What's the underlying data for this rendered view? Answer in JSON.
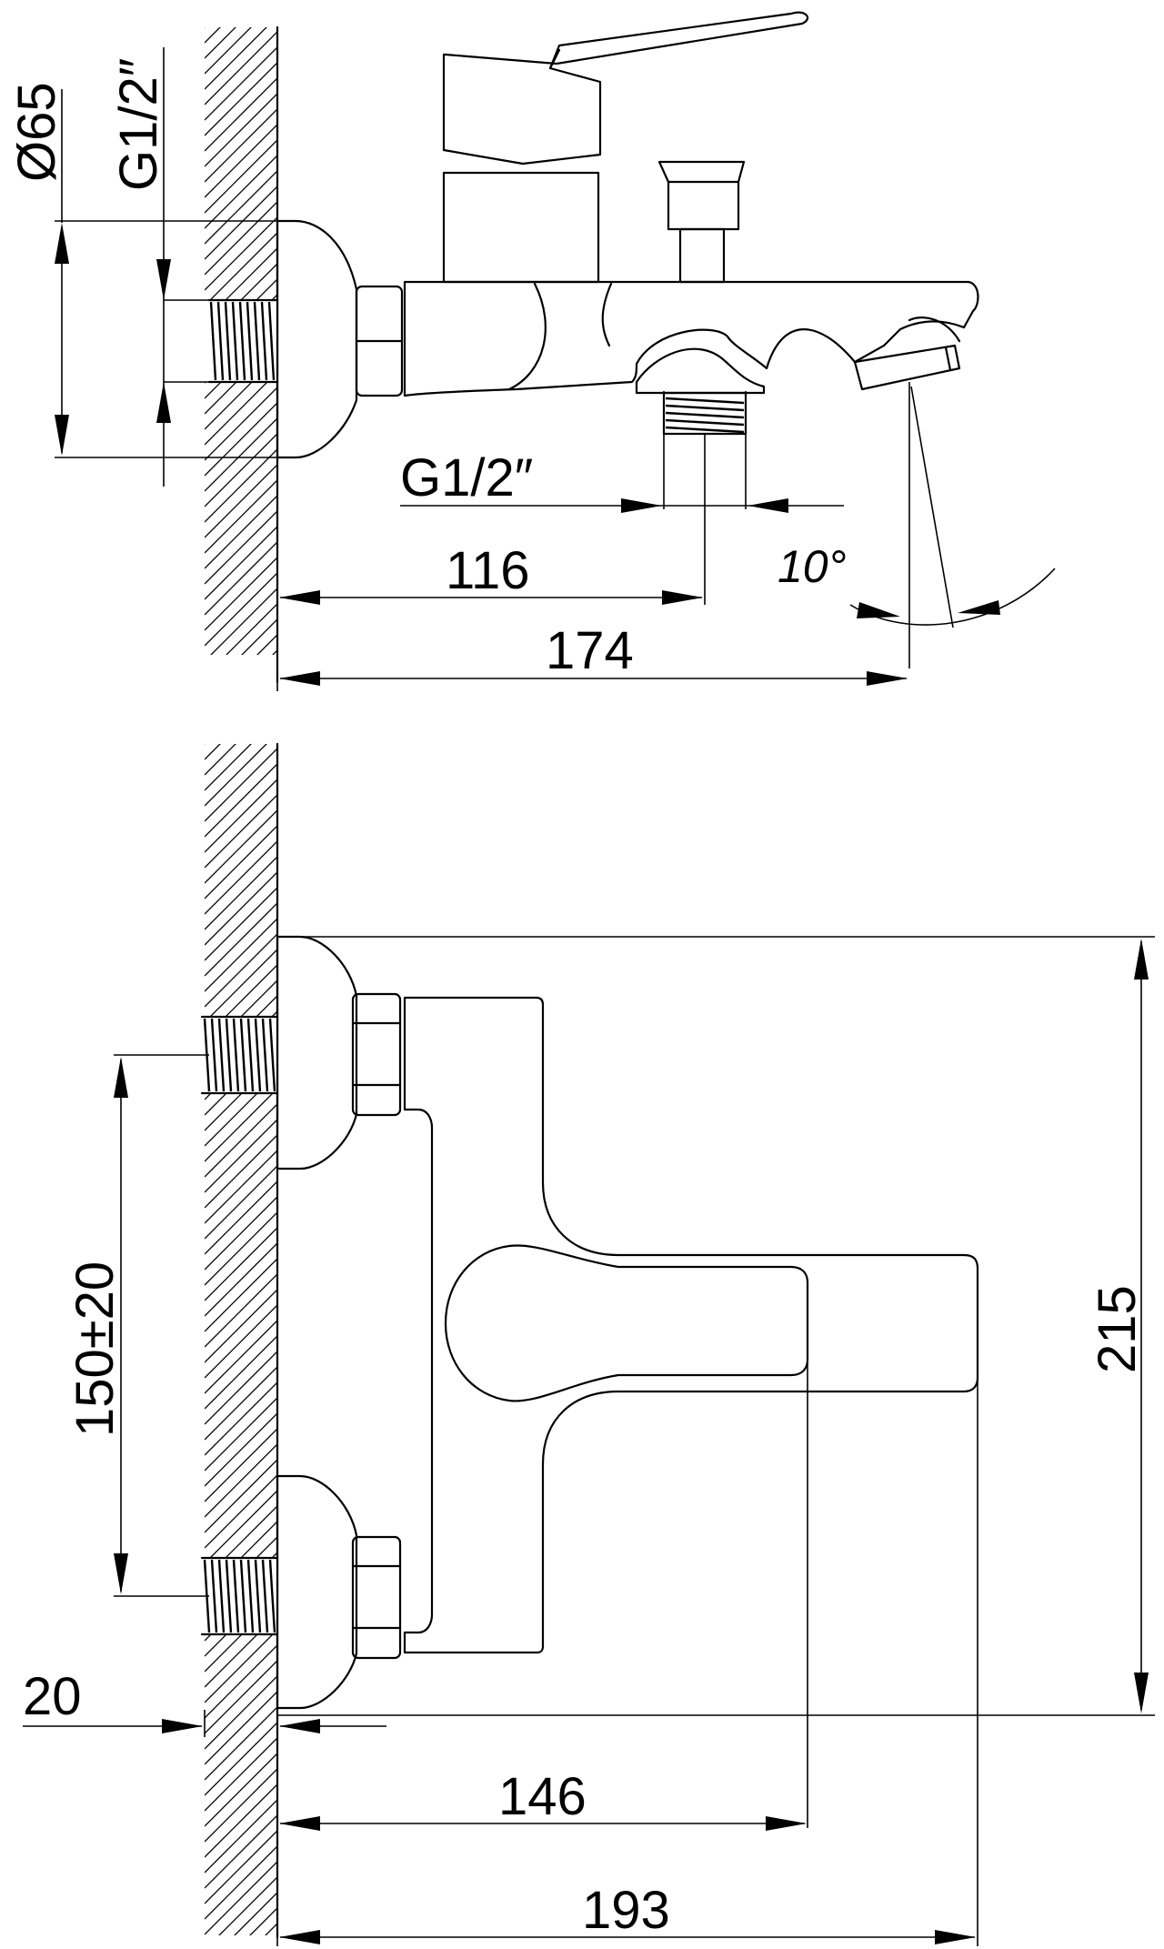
{
  "labels": {
    "diameter": "Ø65",
    "connection_top": "G1/2″",
    "outlet_thread": "G1/2″",
    "spout_angle": "10°",
    "dim_116": "116",
    "dim_174": "174",
    "dim_215": "215",
    "dim_center": "150±20",
    "dim_20": "20",
    "dim_146": "146",
    "dim_193": "193"
  }
}
